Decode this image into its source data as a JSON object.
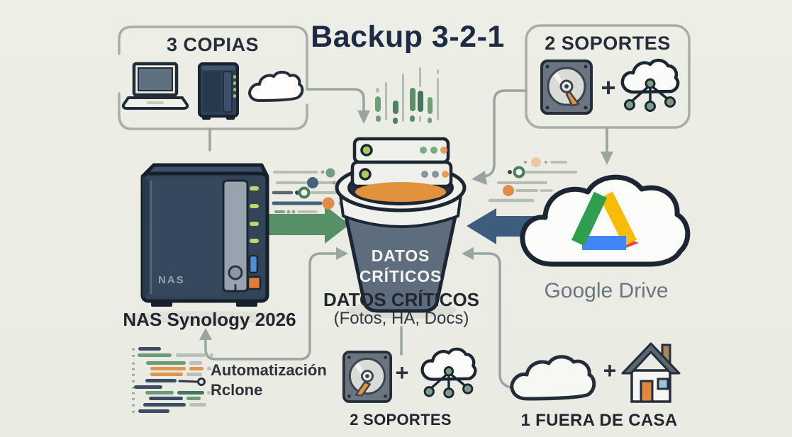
{
  "title": "Backup 3-2-1",
  "symbols": {
    "plus": "+"
  },
  "boxes": {
    "copies": {
      "label": "3 COPIAS"
    },
    "supports": {
      "label": "2 SOPORTES"
    }
  },
  "nas": {
    "label": "NAS Synology 2026",
    "badge": "NAS"
  },
  "bucket": {
    "line1": "DATOS",
    "line2": "CRÍTICOS"
  },
  "caption": {
    "title": "DATOS CRÍTICOS",
    "subtitle": "(Fotos, HA, Docs)"
  },
  "cloud": {
    "label": "Google Drive"
  },
  "automation": {
    "line1": "Automatización",
    "line2": "Rclone"
  },
  "bottom": {
    "supports_label": "2 SOPORTES",
    "offsite_label": "1 FUERA DE CASA"
  },
  "icons": {
    "laptop": "laptop-icon",
    "nas_mini": "nas-tower-icon",
    "cloud": "cloud-icon",
    "hdd": "hard-disk-icon",
    "cloud_network": "cloud-network-icon",
    "server_stack": "server-stack-icon",
    "bucket": "bucket-icon",
    "google_drive": "google-drive-logo",
    "house": "house-icon",
    "code": "code-lines-icon"
  },
  "colors": {
    "background": "#ecede5",
    "title_navy": "#1f2a47",
    "ink": "#1c2633",
    "connector_gray": "#9aa5a0",
    "arrow_green": "#579067",
    "arrow_blue": "#3e5c7e",
    "accent_orange": "#e2913c",
    "drive_green": "#2f9e4e",
    "drive_yellow": "#fbbc05",
    "drive_blue": "#4285f4",
    "drive_red": "#e8453c"
  }
}
